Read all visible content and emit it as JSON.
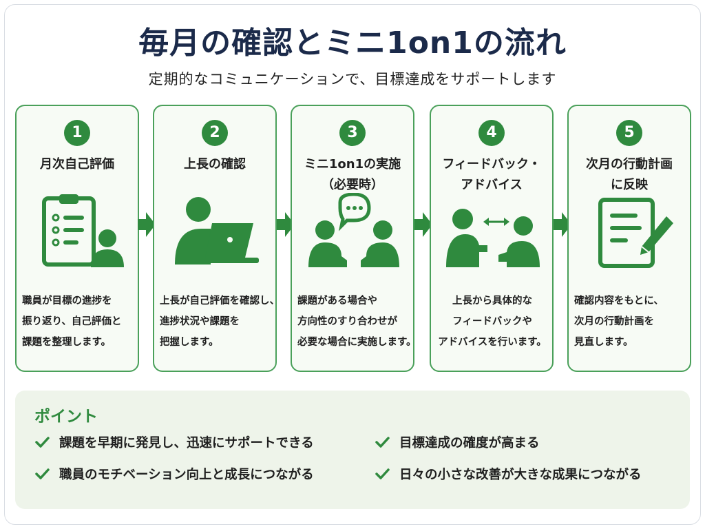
{
  "title": "毎月の確認とミニ1on1の流れ",
  "subtitle": "定期的なコミュニケーションで、目標達成をサポートします",
  "colors": {
    "accent": "#2f8a3e",
    "border": "#4aa05a",
    "title": "#1b2a4a",
    "panel": "#eef4ea"
  },
  "steps": [
    {
      "number": "1",
      "title_lines": [
        "月次自己評価"
      ],
      "icon": "clipboard-checklist-person-icon",
      "desc_lines": [
        "職員が目標の進捗を",
        "振り返り、自己評価と",
        "課題を整理します。"
      ]
    },
    {
      "number": "2",
      "title_lines": [
        "上長の確認"
      ],
      "icon": "person-laptop-icon",
      "desc_lines": [
        "上長が自己評価を確認し、",
        "進捗状況や課題を",
        "把握します。"
      ]
    },
    {
      "number": "3",
      "title_lines": [
        "ミニ1on1の実施",
        "（必要時）"
      ],
      "icon": "two-people-chat-icon",
      "desc_lines": [
        "課題がある場合や",
        "方向性のすり合わせが",
        "必要な場合に実施します。"
      ]
    },
    {
      "number": "4",
      "title_lines": [
        "フィードバック・",
        "アドバイス"
      ],
      "icon": "two-people-exchange-icon",
      "desc_lines": [
        "上長から具体的な",
        "フィードバックや",
        "アドバイスを行います。"
      ]
    },
    {
      "number": "5",
      "title_lines": [
        "次月の行動計画",
        "に反映"
      ],
      "icon": "document-pencil-icon",
      "desc_lines": [
        "確認内容をもとに、",
        "次月の行動計画を",
        "見直します。"
      ]
    }
  ],
  "points": {
    "title": "ポイント",
    "items": [
      "課題を早期に発見し、迅速にサポートできる",
      "目標達成の確度が高まる",
      "職員のモチベーション向上と成長につながる",
      "日々の小さな改善が大きな成果につながる"
    ]
  }
}
